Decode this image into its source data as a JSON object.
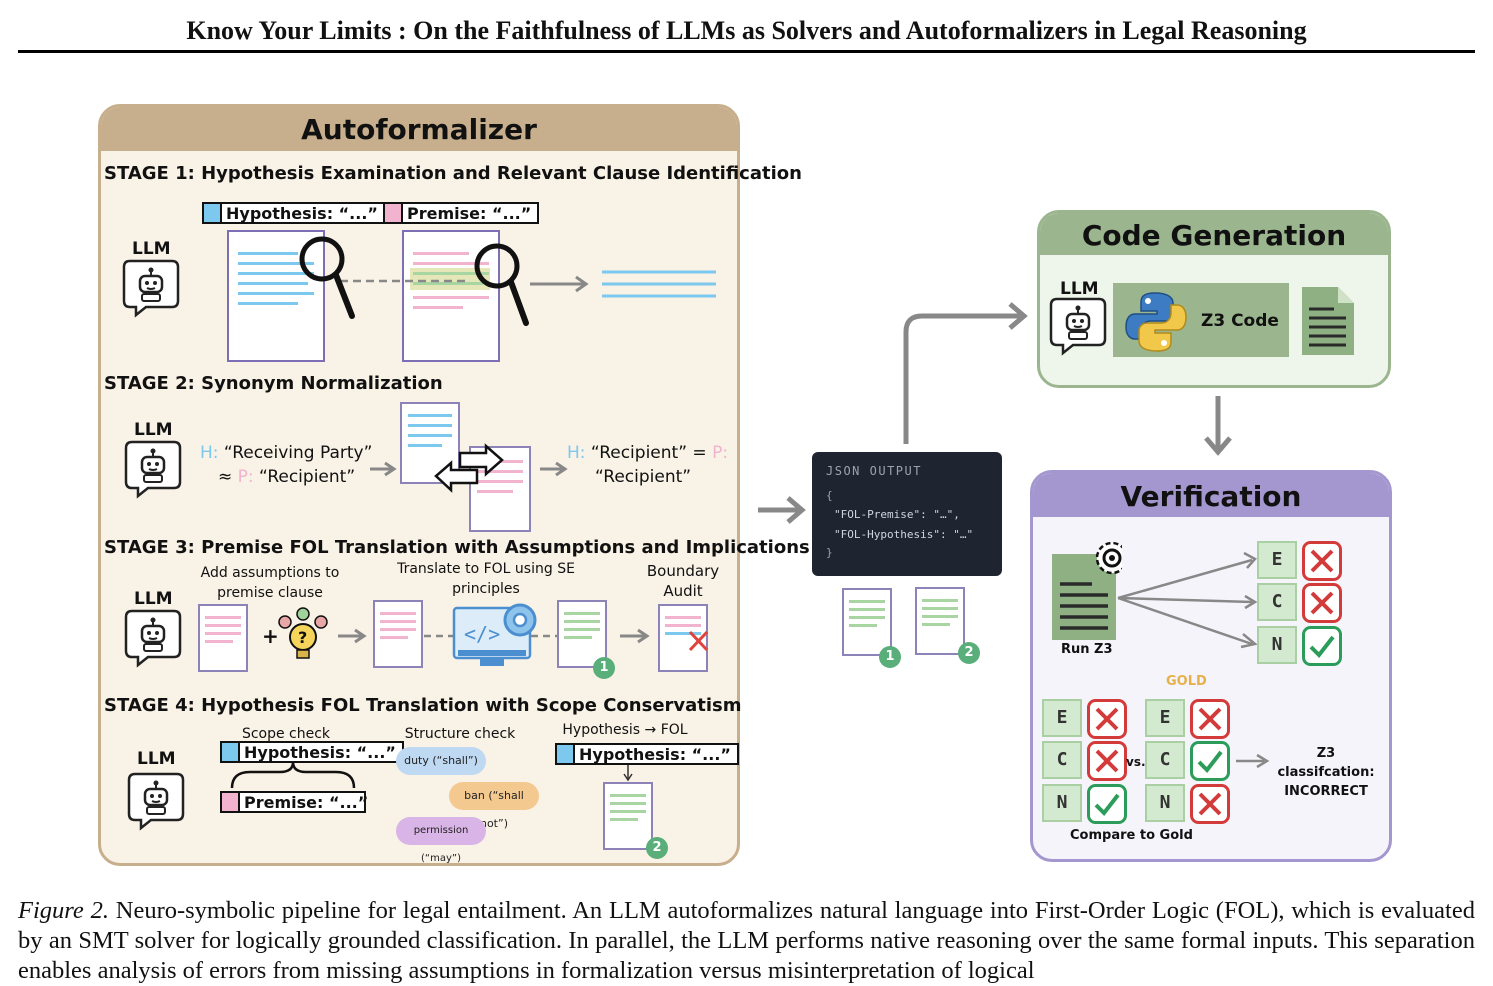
{
  "header": {
    "title": "Know Your Limits : On the Faithfulness of LLMs as Solvers and Autoformalizers in Legal Reasoning"
  },
  "autoformalizer": {
    "title": "Autoformalizer",
    "llm_label": "LLM",
    "stage1": {
      "title": "STAGE 1: Hypothesis Examination and Relevant Clause Identification",
      "hypothesis_tag": "Hypothesis: “...”",
      "premise_tag": "Premise: “...”"
    },
    "stage2": {
      "title": "STAGE 2: Synonym Normalization",
      "left_h": "H:",
      "left_h_text": "“Receiving Party”",
      "left_approx": "≈",
      "left_p": "P:",
      "left_p_text": "“Recipient”",
      "right_h": "H:",
      "right_h_text": "“Recipient” =",
      "right_p": "P:",
      "right_p_text": "“Recipient”"
    },
    "stage3": {
      "title": "STAGE 3: Premise FOL Translation with Assumptions and Implications",
      "add_assumptions": "Add assumptions to premise clause",
      "translate": "Translate to FOL using SE principles",
      "boundary_audit": "Boundary Audit",
      "plus": "+"
    },
    "stage4": {
      "title": "STAGE 4: Hypothesis FOL Translation with Scope Conservatism",
      "scope_check": "Scope check",
      "hypothesis_tag": "Hypothesis: “...”",
      "premise_tag": "Premise: “...”",
      "structure_check": "Structure check",
      "pill_duty": "duty (“shall”)",
      "pill_ban": "ban (“shall not”)",
      "pill_permission": "permission (“may”)",
      "hyp_to_fol": "Hypothesis → FOL",
      "hypothesis_tag2": "Hypothesis: “...”"
    }
  },
  "json_output": {
    "title": "JSON OUTPUT",
    "open": "{",
    "line1": "\"FOL-Premise\": \"…\",",
    "line2": "\"FOL-Hypothesis\": \"…\"",
    "close": "}"
  },
  "badges": {
    "one": "1",
    "two": "2"
  },
  "code_generation": {
    "title": "Code Generation",
    "llm_label": "LLM",
    "z3_code": "Z3 Code"
  },
  "verification": {
    "title": "Verification",
    "run_z3": "Run Z3",
    "gold": "GOLD",
    "labels": [
      "E",
      "C",
      "N"
    ],
    "vs": "vs.",
    "classification_line1": "Z3 classifcation:",
    "classification_line2": "INCORRECT",
    "compare": "Compare to Gold"
  },
  "caption": {
    "label": "Figure 2.",
    "text": " Neuro-symbolic pipeline for legal entailment. An LLM autoformalizes natural language into First-Order Logic (FOL), which is evaluated by an SMT solver for logically grounded classification.  In parallel, the LLM performs native reasoning over the same formal inputs. This separation enables analysis of errors from missing assumptions in formalization versus misinterpretation of logical"
  },
  "colors": {
    "autoformalizer": "#c7ae8c",
    "code_generation": "#9bb68f",
    "verification": "#a497cf",
    "hypothesis": "#7dc8ef",
    "premise": "#f2b3cf",
    "incorrect": "#d33b3b",
    "correct": "#2c9c5a"
  }
}
